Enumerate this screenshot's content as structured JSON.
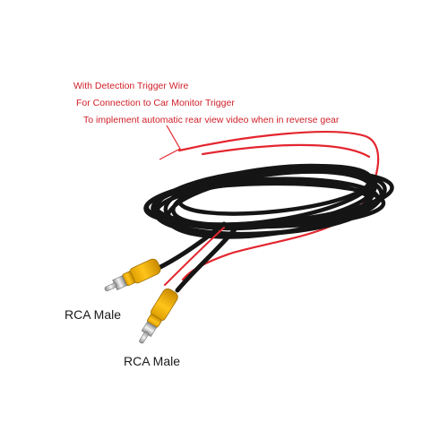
{
  "annotations": {
    "line1": "With Detection Trigger Wire",
    "line2": "For Connection to Car Monitor Trigger",
    "line3": "To implement automatic rear view video when in reverse gear"
  },
  "labels": {
    "plug_top": "RCA Male",
    "plug_bottom": "RCA Male"
  },
  "colors": {
    "annotation_text": "#d0202a",
    "label_text": "#1a1a1a",
    "trigger_wire": "#e3262f",
    "cable": "#151515",
    "rca_body": "#f2b400"
  }
}
